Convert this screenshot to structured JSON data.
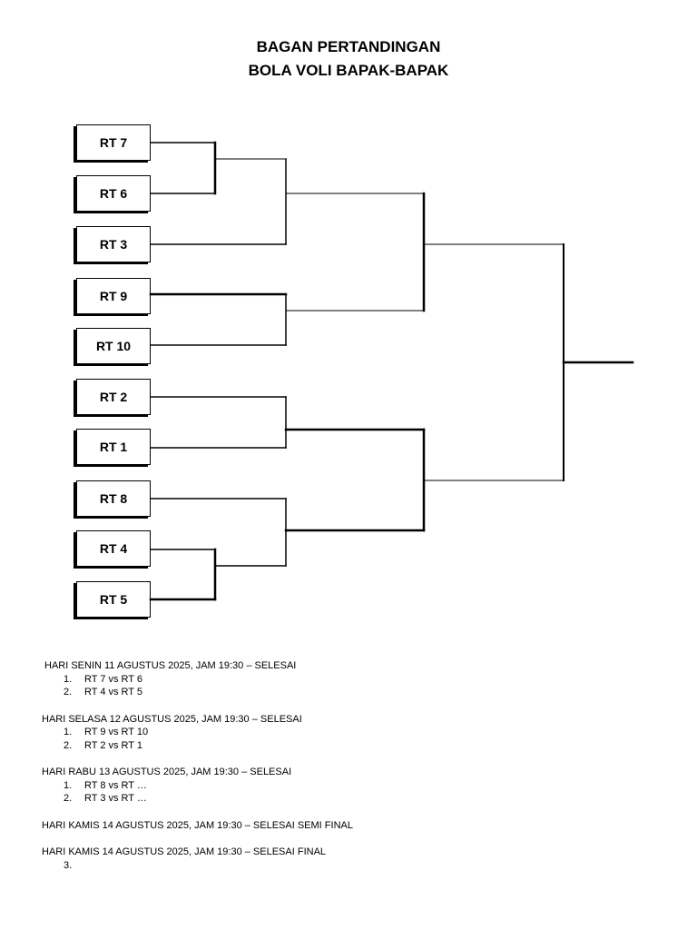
{
  "title": {
    "line1": "BAGAN PERTANDINGAN",
    "line2": "BOLA VOLI BAPAK-BAPAK"
  },
  "teams": [
    "RT 7",
    "RT 6",
    "RT 3",
    "RT 9",
    "RT 10",
    "RT 2",
    "RT 1",
    "RT 8",
    "RT 4",
    "RT 5"
  ],
  "schedule": [
    {
      "day": "HARI SENIN 11 AGUSTUS 2025, JAM 19:30 – SELESAI",
      "matches": [
        {
          "num": "1.",
          "text": "RT 7 vs RT 6"
        },
        {
          "num": "2.",
          "text": "RT 4 vs RT 5"
        }
      ]
    },
    {
      "day": "HARI SELASA 12 AGUSTUS 2025, JAM 19:30 – SELESAI",
      "matches": [
        {
          "num": "1.",
          "text": "RT 9 vs RT 10"
        },
        {
          "num": "2.",
          "text": "RT 2 vs RT 1"
        }
      ]
    },
    {
      "day": "HARI RABU 13 AGUSTUS 2025, JAM 19:30 – SELESAI",
      "matches": [
        {
          "num": "1.",
          "text": "RT 8 vs RT …"
        },
        {
          "num": "2.",
          "text": "RT 3 vs RT …"
        }
      ]
    },
    {
      "day": "HARI KAMIS 14 AGUSTUS 2025, JAM 19:30 – SELESAI SEMI FINAL",
      "matches": []
    },
    {
      "day": "HARI KAMIS 14 AGUSTUS 2025, JAM 19:30 – SELESAI FINAL",
      "matches": [
        {
          "num": "3.",
          "text": ""
        }
      ]
    }
  ]
}
